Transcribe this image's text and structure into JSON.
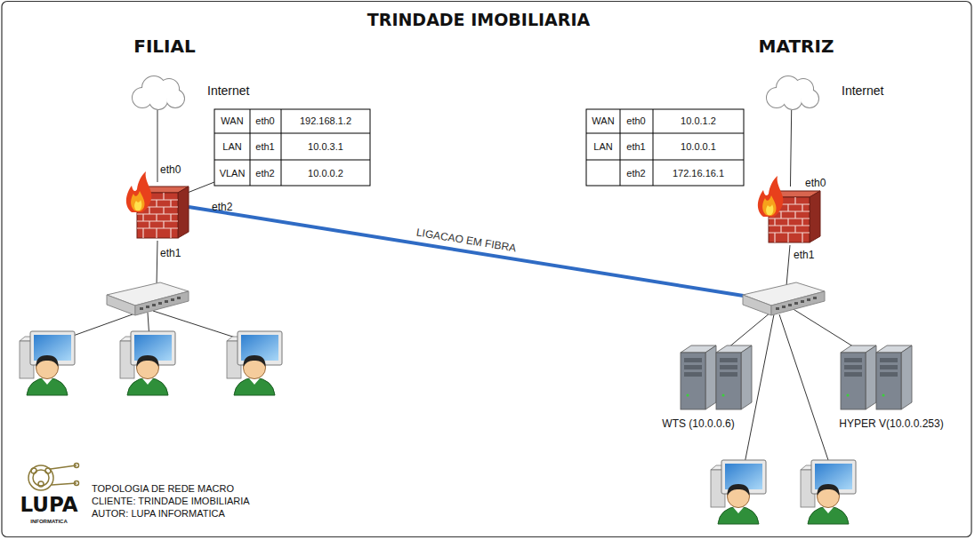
{
  "diagram": {
    "title": "TRINDADE IMOBILIARIA",
    "nodes": [
      {
        "text": [
          "Internet"
        ]
      },
      {
        "text": [
          "Internet"
        ]
      },
      {
        "text": [
          "eth0",
          "eth2",
          "eth1"
        ]
      },
      {
        "text": [
          "eth0",
          "eth1"
        ]
      },
      {
        "text": [
          "WTS (10.0.0.6)"
        ]
      },
      {
        "text": [
          "HYPER V(10.0.0.253)"
        ]
      }
    ],
    "edges": [
      {
        "from": 0,
        "to": 2,
        "arrow": "none"
      },
      {
        "from": 1,
        "to": 3,
        "arrow": "none"
      }
    ],
    "labels": [
      "FILIAL",
      "MATRIZ",
      "WAN",
      "eth0",
      "192.168.1.2",
      "LAN",
      "eth1",
      "10.0.3.1",
      "VLAN",
      "eth2",
      "10.0.0.2",
      "WAN",
      "eth0",
      "10.0.1.2",
      "LAN",
      "eth1",
      "10.0.0.1",
      "eth2",
      "172.16.16.1",
      "LIGACAO EM FIBRA",
      "TOPOLOGIA DE REDE MACRO",
      "CLIENTE: TRINDADE IMOBILIARIA",
      "AUTOR: LUPA INFORMATICA",
      "LUPA",
      "INFORMATICA"
    ]
  }
}
